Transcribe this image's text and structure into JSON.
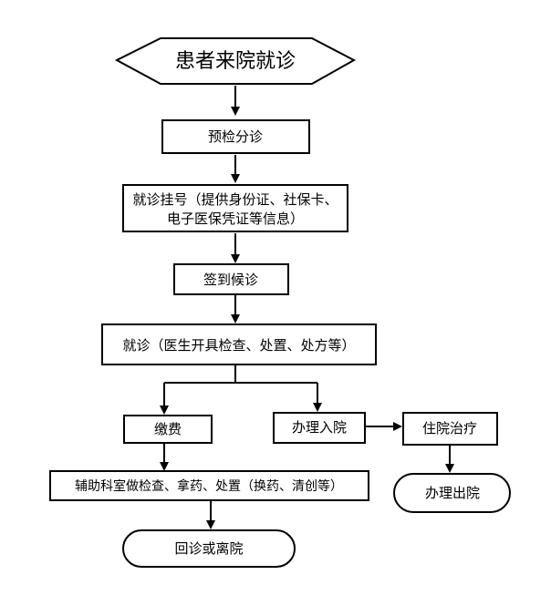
{
  "flow": {
    "start": "患者来院就诊",
    "triage": "预检分诊",
    "register_line1": "就诊挂号（提供身份证、社保卡、",
    "register_line2": "电子医保凭证等信息）",
    "checkin": "签到候诊",
    "consult": "就诊（医生开具检查、处置、处方等）",
    "pay": "缴费",
    "admit": "办理入院",
    "inpatient": "住院治疗",
    "auxiliary": "辅助科室做检查、拿药、处置（换药、清创等）",
    "discharge": "办理出院",
    "end": "回诊或离院"
  }
}
